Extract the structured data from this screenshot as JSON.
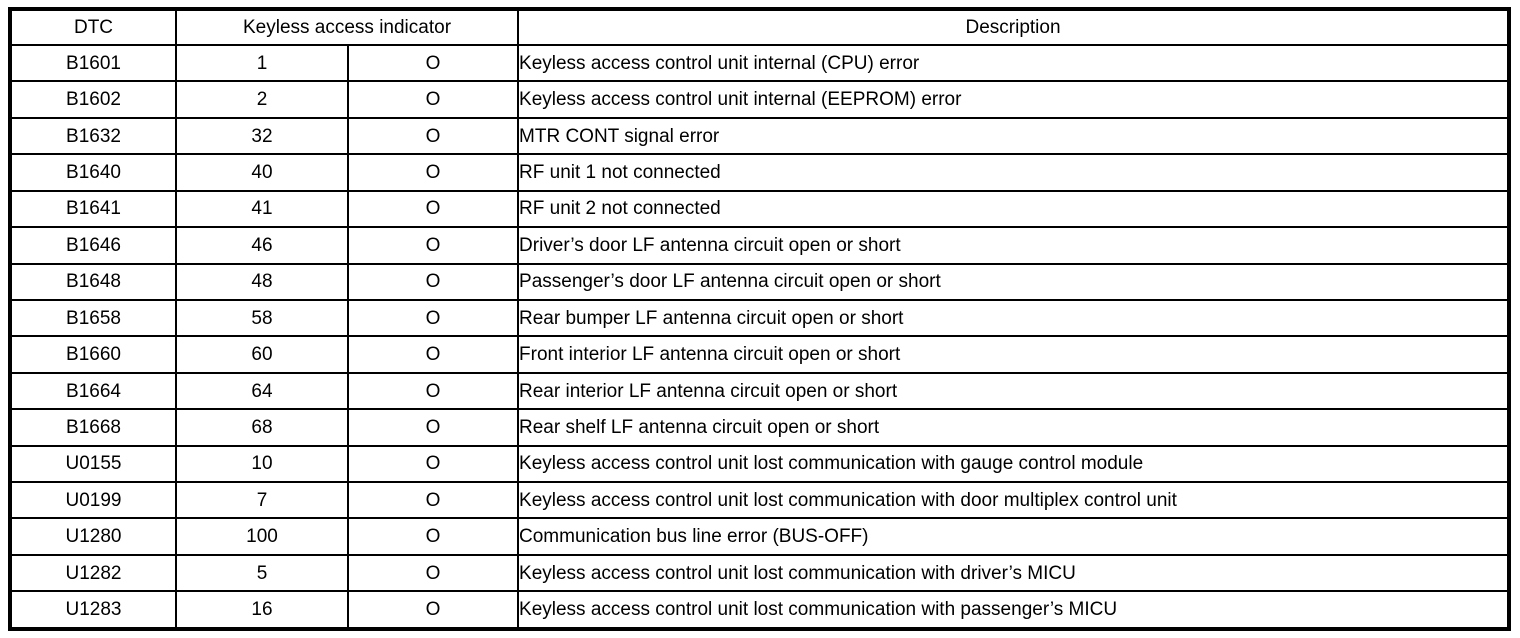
{
  "table": {
    "headers": {
      "dtc": "DTC",
      "keyless_access_indicator": "Keyless access indicator",
      "description": "Description"
    },
    "rows": [
      {
        "dtc": "B1601",
        "indicator": "1",
        "symbol": "O",
        "description": "Keyless access control unit internal (CPU) error"
      },
      {
        "dtc": "B1602",
        "indicator": "2",
        "symbol": "O",
        "description": "Keyless access control unit internal (EEPROM) error"
      },
      {
        "dtc": "B1632",
        "indicator": "32",
        "symbol": "O",
        "description": "MTR CONT signal error"
      },
      {
        "dtc": "B1640",
        "indicator": "40",
        "symbol": "O",
        "description": "RF unit 1 not connected"
      },
      {
        "dtc": "B1641",
        "indicator": "41",
        "symbol": "O",
        "description": "RF unit 2 not connected"
      },
      {
        "dtc": "B1646",
        "indicator": "46",
        "symbol": "O",
        "description": "Driver’s door LF antenna circuit open or short"
      },
      {
        "dtc": "B1648",
        "indicator": "48",
        "symbol": "O",
        "description": "Passenger’s door LF antenna circuit open or short"
      },
      {
        "dtc": "B1658",
        "indicator": "58",
        "symbol": "O",
        "description": "Rear bumper LF antenna circuit open or short"
      },
      {
        "dtc": "B1660",
        "indicator": "60",
        "symbol": "O",
        "description": "Front interior LF antenna circuit open or short"
      },
      {
        "dtc": "B1664",
        "indicator": "64",
        "symbol": "O",
        "description": "Rear interior LF antenna circuit open or short"
      },
      {
        "dtc": "B1668",
        "indicator": "68",
        "symbol": "O",
        "description": "Rear shelf LF antenna circuit open or short"
      },
      {
        "dtc": "U0155",
        "indicator": "10",
        "symbol": "O",
        "description": "Keyless access control unit lost communication with gauge control module"
      },
      {
        "dtc": "U0199",
        "indicator": "7",
        "symbol": "O",
        "description": "Keyless access control unit lost communication with door multiplex control unit"
      },
      {
        "dtc": "U1280",
        "indicator": "100",
        "symbol": "O",
        "description": "Communication bus line error (BUS-OFF)"
      },
      {
        "dtc": "U1282",
        "indicator": "5",
        "symbol": "O",
        "description": "Keyless access control unit lost communication with driver’s MICU"
      },
      {
        "dtc": "U1283",
        "indicator": "16",
        "symbol": "O",
        "description": "Keyless access control unit lost communication with passenger’s MICU"
      }
    ],
    "colors": {
      "border": "#000000",
      "text": "#000000",
      "background": "#ffffff"
    }
  }
}
